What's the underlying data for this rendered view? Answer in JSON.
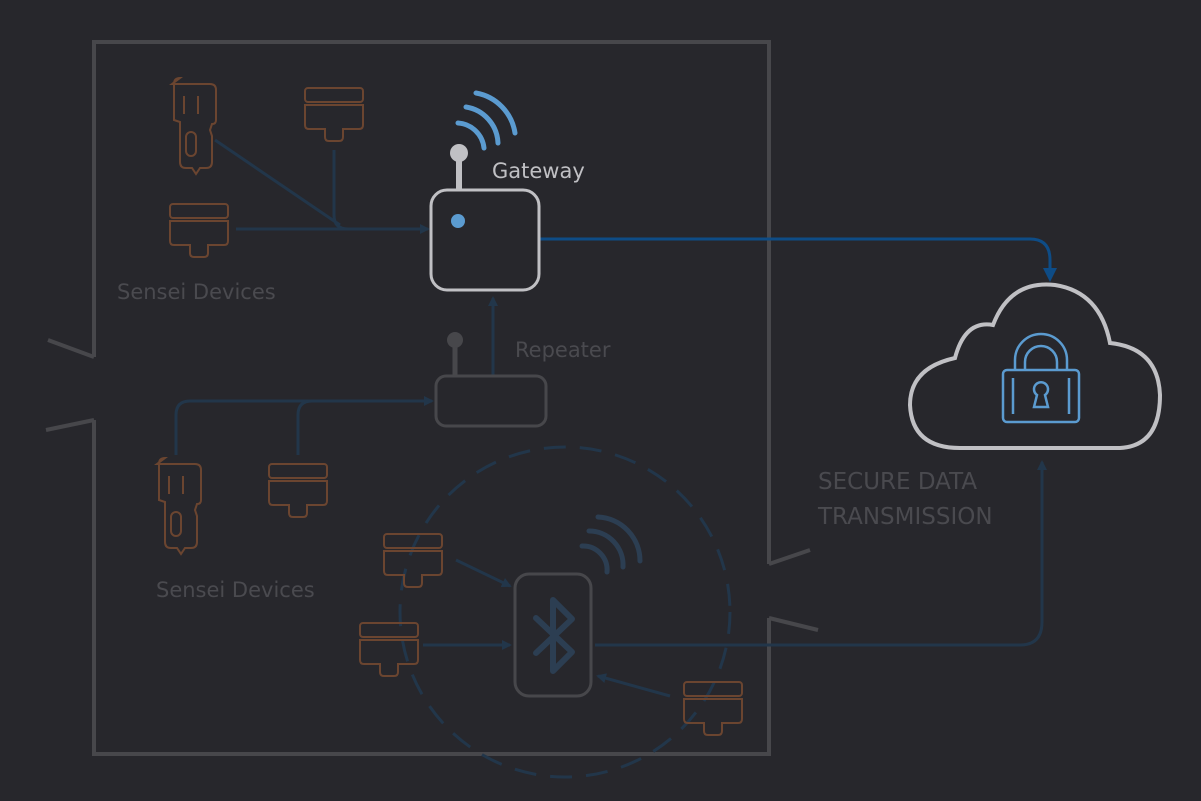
{
  "diagram": {
    "title": "Sensei network diagram",
    "labels": {
      "gateway": "Gateway",
      "repeater": "Repeater",
      "sensei_devices_top": "Sensei Devices",
      "sensei_devices_bottom": "Sensei Devices",
      "secure_line1": "SECURE DATA",
      "secure_line2": "TRANSMISSION"
    },
    "nodes": [
      {
        "id": "gateway",
        "type": "gateway"
      },
      {
        "id": "repeater",
        "type": "repeater"
      },
      {
        "id": "bluetooth-hub",
        "type": "bluetooth"
      },
      {
        "id": "cloud",
        "type": "secure-cloud"
      }
    ],
    "edges": [
      {
        "from": "sensei-devices-top",
        "to": "gateway"
      },
      {
        "from": "repeater",
        "to": "gateway"
      },
      {
        "from": "sensei-devices-bottom",
        "to": "repeater"
      },
      {
        "from": "gateway",
        "to": "cloud"
      },
      {
        "from": "bluetooth-hub",
        "to": "cloud"
      },
      {
        "from": "sensor-bt-1",
        "to": "bluetooth-hub"
      },
      {
        "from": "sensor-bt-2",
        "to": "bluetooth-hub"
      },
      {
        "from": "sensor-bt-3",
        "to": "bluetooth-hub"
      }
    ],
    "colors": {
      "background": "#27272c",
      "wall": "#47474b",
      "device": "#6b4530",
      "link_dim": "#22364a",
      "link_bright": "#0e4c86",
      "gateway": "#c0c0c4",
      "accent_blue": "#5b9bd0",
      "label_dim": "#4a4a4f"
    }
  }
}
